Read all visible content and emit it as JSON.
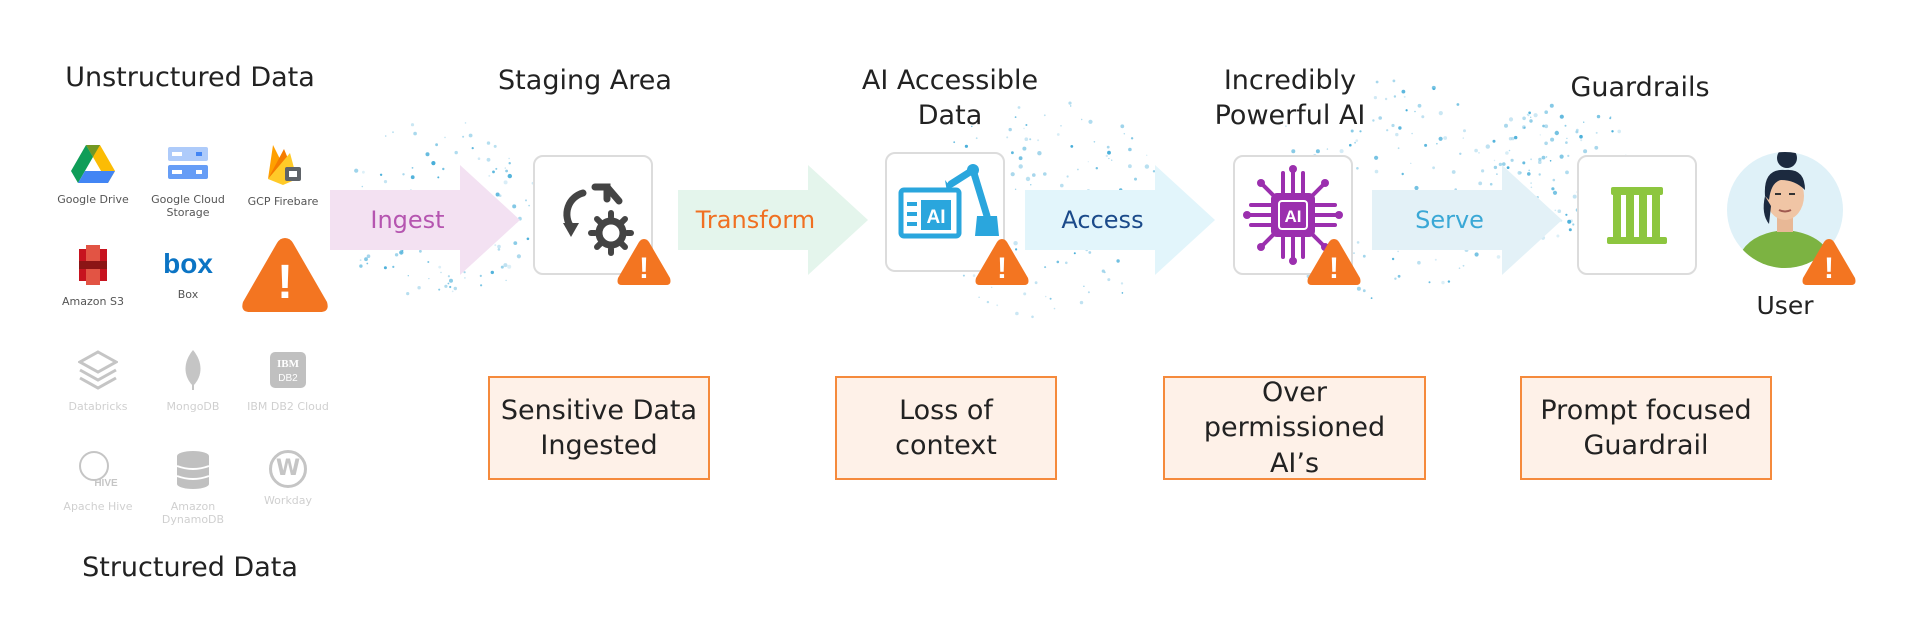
{
  "sections": {
    "unstructured": "Unstructured Data",
    "structured": "Structured Data",
    "staging": "Staging Area",
    "ai_accessible": "AI Accessible Data",
    "powerful_ai": "Incredibly Powerful AI",
    "guardrails": "Guardrails",
    "user": "User"
  },
  "sources": [
    {
      "label": "Google Drive",
      "icon": "google-drive-icon"
    },
    {
      "label": "Google Cloud Storage",
      "icon": "cloud-storage-icon"
    },
    {
      "label": "GCP Firebare",
      "icon": "firebase-icon"
    },
    {
      "label": "Amazon S3",
      "icon": "s3-icon"
    },
    {
      "label": "box",
      "sublabel": "Box",
      "icon": "box-icon"
    },
    {
      "label": "Databricks",
      "icon": "databricks-icon"
    },
    {
      "label": "MongoDB",
      "icon": "mongodb-icon"
    },
    {
      "label": "IBM DB2 Cloud",
      "icon_text": "IBM",
      "icon_subtext": "DB2",
      "icon": "ibm-db2-icon"
    },
    {
      "label": "Apache Hive",
      "icon_text": "HIVE",
      "icon": "hive-icon"
    },
    {
      "label": "Amazon DynamoDB",
      "icon": "dynamodb-icon"
    },
    {
      "label": "Workday",
      "icon_text": "W",
      "icon": "workday-icon"
    }
  ],
  "arrows": [
    {
      "label": "Ingest",
      "fill": "#f3e1f2",
      "text_color": "#b555b0"
    },
    {
      "label": "Transform",
      "fill": "#e4f5ec",
      "text_color": "#f07022"
    },
    {
      "label": "Access",
      "fill": "#e2f5fb",
      "text_color": "#1b4a8a"
    },
    {
      "label": "Serve",
      "fill": "#e3f1f7",
      "text_color": "#3aa8d6"
    }
  ],
  "issues": [
    "Sensitive Data Ingested",
    "Loss of context",
    "Over permissioned AI’s",
    "Prompt focused Guardrail"
  ],
  "icons": {
    "ai_badge": "AI",
    "warning": "!"
  },
  "colors": {
    "warning": "#f37521",
    "ai_blue": "#2aa6dd",
    "ai_purple": "#9b2fae",
    "guardrail_green": "#8dc63f",
    "issue_border": "#f58a3c",
    "issue_fill": "#fef1e8"
  }
}
